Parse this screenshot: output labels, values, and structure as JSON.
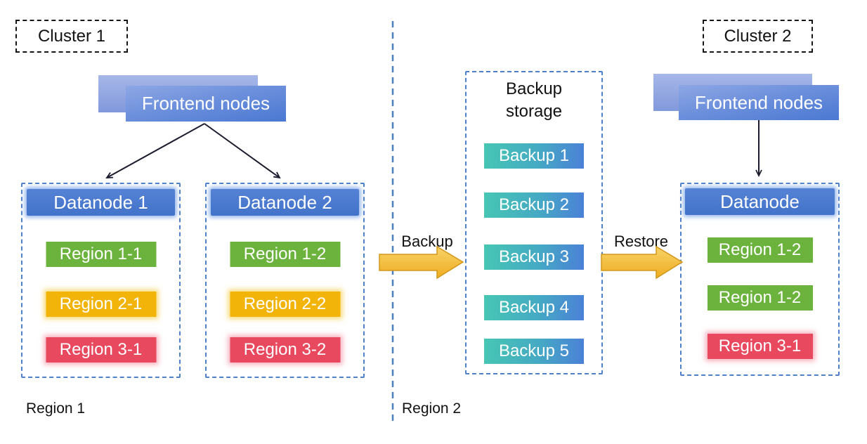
{
  "palette": {
    "container_border_blue": "#4f81cb",
    "cluster_border_black": "#161616",
    "node_header_blue": "#4678cd",
    "frontend_blue_light": "#a6b7e8",
    "frontend_blue": "#4a78d2",
    "region_green": "#6cb33e",
    "region_yellow": "#f2b408",
    "region_red": "#e8495f",
    "backup_gradient_teal": "#47c7b3",
    "backup_gradient_blue": "#4b80d7",
    "flow_arrow_gold": "#f0b52a"
  },
  "cluster1": {
    "label": "Cluster 1",
    "frontend": "Frontend nodes",
    "datanodes": [
      {
        "title": "Datanode 1",
        "regions": [
          {
            "label": "Region 1-1",
            "color": "green"
          },
          {
            "label": "Region 2-1",
            "color": "yellow"
          },
          {
            "label": "Region 3-1",
            "color": "red"
          }
        ]
      },
      {
        "title": "Datanode 2",
        "regions": [
          {
            "label": "Region 1-2",
            "color": "green"
          },
          {
            "label": "Region 2-2",
            "color": "yellow"
          },
          {
            "label": "Region 3-2",
            "color": "red"
          }
        ]
      }
    ]
  },
  "backup_storage": {
    "title": "Backup storage",
    "items": [
      {
        "label": "Backup 1"
      },
      {
        "label": "Backup 2"
      },
      {
        "label": "Backup 3"
      },
      {
        "label": "Backup 4"
      },
      {
        "label": "Backup 5"
      }
    ]
  },
  "cluster2": {
    "label": "Cluster 2",
    "frontend": "Frontend nodes",
    "datanode": {
      "title": "Datanode",
      "regions": [
        {
          "label": "Region 1-2",
          "color": "green"
        },
        {
          "label": "Region 1-2",
          "color": "green"
        },
        {
          "label": "Region 3-1",
          "color": "red"
        }
      ]
    }
  },
  "flow": {
    "backup_label": "Backup",
    "restore_label": "Restore"
  },
  "region_labels": {
    "left": "Region 1",
    "right": "Region 2"
  }
}
